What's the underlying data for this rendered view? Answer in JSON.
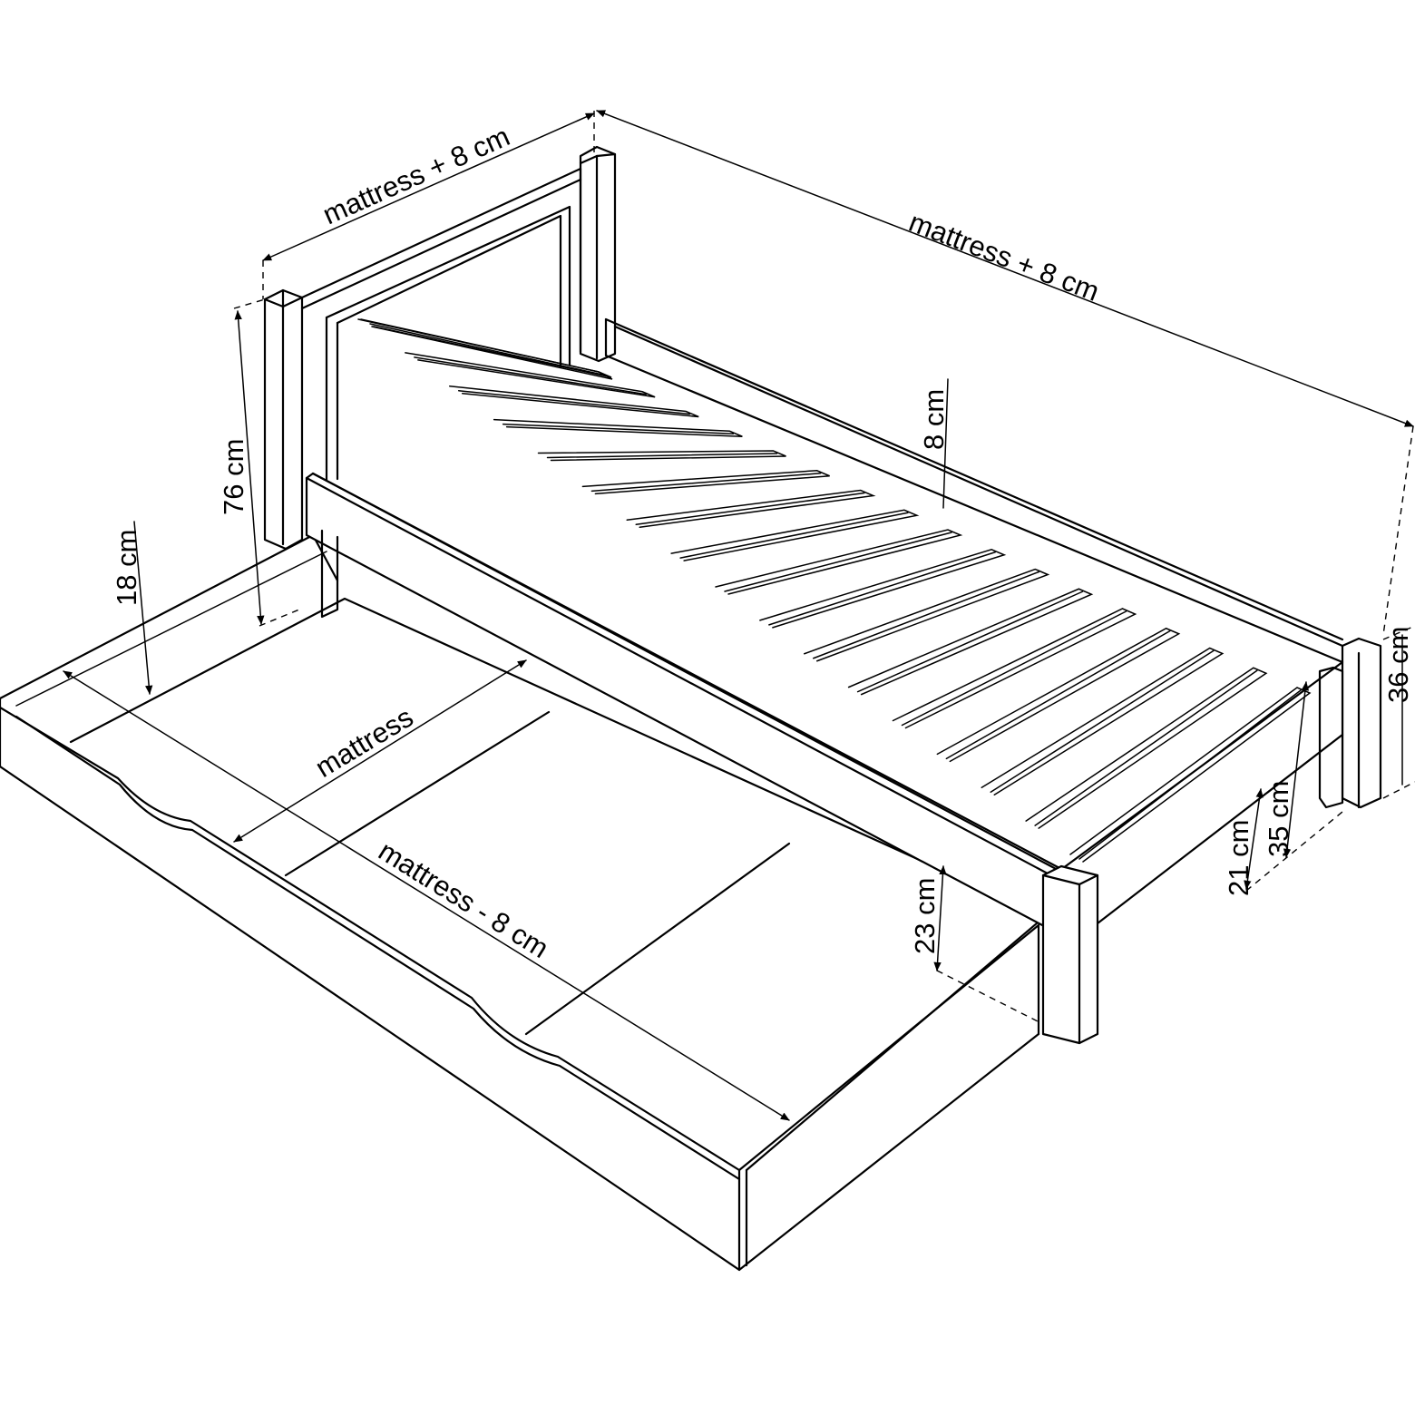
{
  "dimensions": {
    "head_width": "mattress + 8 cm",
    "total_length": "mattress + 8 cm",
    "headboard_height": "76 cm",
    "drawer_height": "18 cm",
    "drawer_width": "mattress",
    "drawer_length": "mattress - 8 cm",
    "rail_height": "8 cm",
    "clearance": "23 cm",
    "footboard_height": "36 cm",
    "frame_height": "35 cm",
    "slat_height": "21 cm"
  }
}
